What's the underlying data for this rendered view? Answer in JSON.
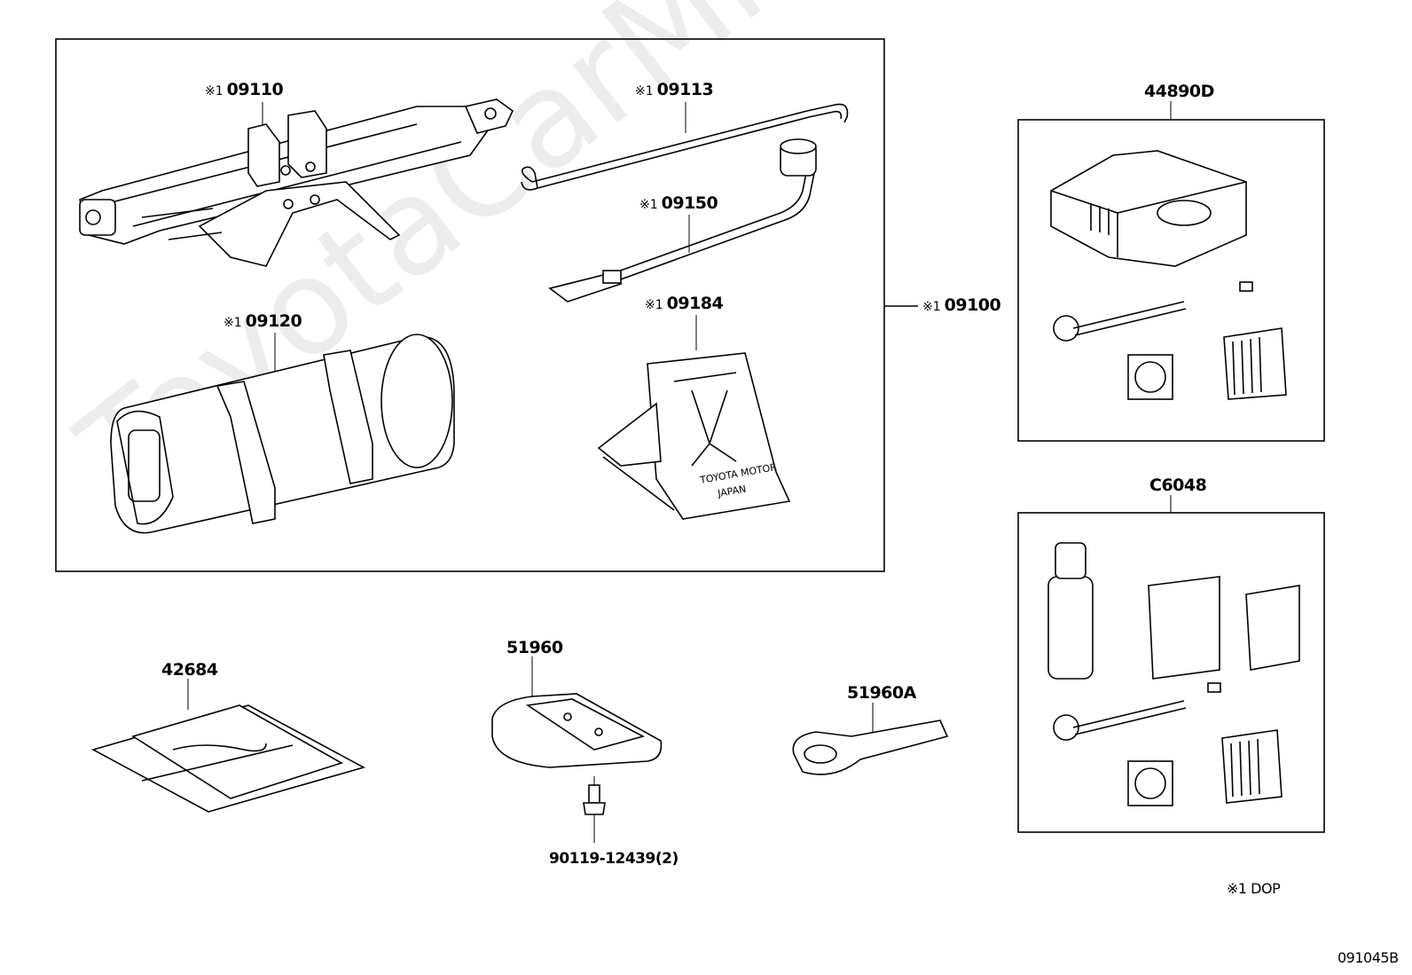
{
  "watermark": "ToyotaCarMine.ru",
  "group_label": {
    "mark": "※1",
    "code": "09100"
  },
  "parts": {
    "jack": {
      "mark": "※1",
      "code": "09110"
    },
    "handle": {
      "mark": "※1",
      "code": "09113"
    },
    "wrench": {
      "mark": "※1",
      "code": "09150"
    },
    "bag": {
      "mark": "※1",
      "code": "09120"
    },
    "stand": {
      "mark": "※1",
      "code": "09184",
      "text_line1": "TOYOTA MOTOR",
      "text_line2": "JAPAN"
    },
    "repair_kit_a": {
      "code": "44890D"
    },
    "repair_kit_b": {
      "code": "C6048"
    },
    "cover": {
      "code": "42684"
    },
    "hook": {
      "code": "51960"
    },
    "bolt": {
      "code": "90119-12439(2)"
    },
    "eye": {
      "code": "51960A"
    }
  },
  "footnote": "※1 DOP",
  "diagram_id": "091045B"
}
